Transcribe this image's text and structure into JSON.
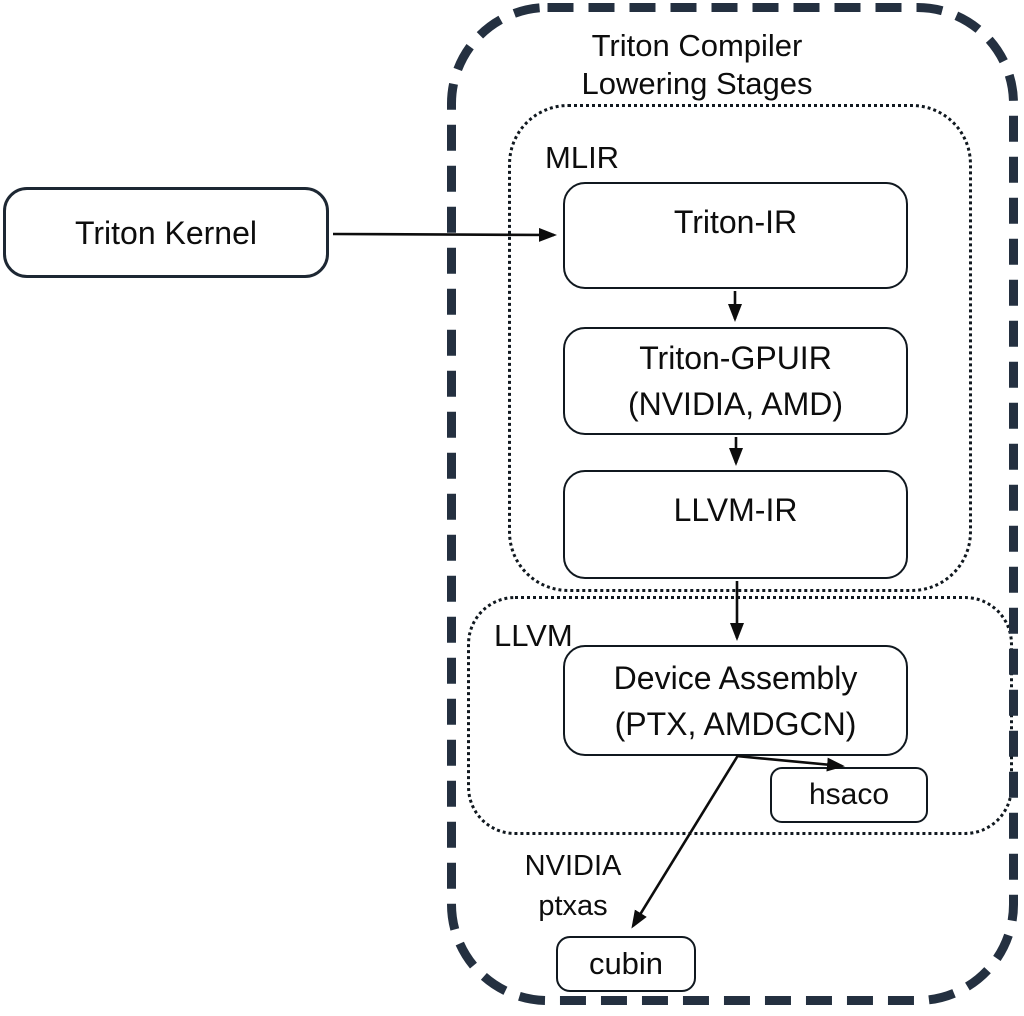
{
  "diagram": {
    "title": {
      "line1": "Triton Compiler",
      "line2": "Lowering Stages"
    },
    "groups": {
      "mlir": {
        "label": "MLIR"
      },
      "llvm": {
        "label": "LLVM"
      }
    },
    "nodes": {
      "triton_kernel": {
        "label": "Triton Kernel"
      },
      "triton_ir": {
        "label": "Triton-IR"
      },
      "triton_gpuir": {
        "line1": "Triton-GPUIR",
        "line2": "(NVIDIA, AMD)"
      },
      "llvm_ir": {
        "label": "LLVM-IR"
      },
      "device_assembly": {
        "line1": "Device Assembly",
        "line2": "(PTX, AMDGCN)"
      },
      "hsaco": {
        "label": "hsaco"
      },
      "cubin": {
        "label": "cubin"
      }
    },
    "annotations": {
      "nvidia_ptxas": {
        "line1": "NVIDIA",
        "line2": "ptxas"
      }
    },
    "edges": [
      {
        "from": "triton_kernel",
        "to": "triton_ir"
      },
      {
        "from": "triton_ir",
        "to": "triton_gpuir"
      },
      {
        "from": "triton_gpuir",
        "to": "llvm_ir"
      },
      {
        "from": "llvm_ir",
        "to": "device_assembly"
      },
      {
        "from": "device_assembly",
        "to": "hsaco"
      },
      {
        "from": "device_assembly",
        "to": "cubin",
        "via_label": "NVIDIA ptxas"
      }
    ],
    "colors": {
      "outer_boundary": "#243040",
      "box_border": "#10181f",
      "text": "#0d0d0d",
      "background": "#ffffff"
    }
  }
}
